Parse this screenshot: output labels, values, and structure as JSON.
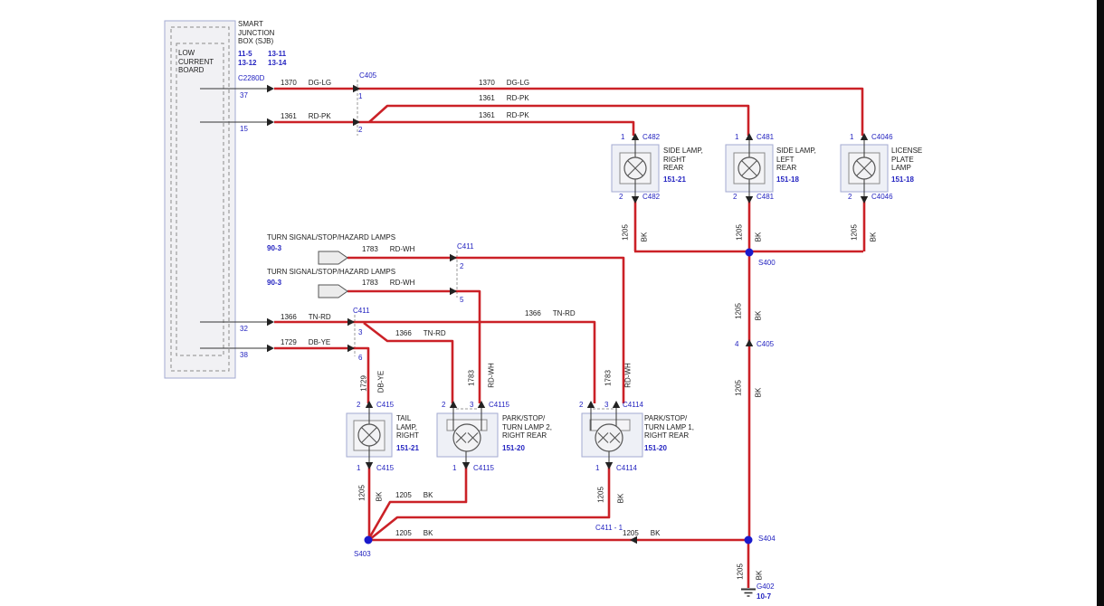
{
  "sjb": {
    "title": "SMART\nJUNCTION\nBOX (SJB)",
    "refs": [
      "11-5",
      "13-11",
      "13-12",
      "13-14"
    ],
    "board": "LOW\nCURRENT\nBOARD",
    "connector": "C2280D",
    "pin_37": "37",
    "pin_15": "15",
    "pin_32": "32",
    "pin_38": "38"
  },
  "wires": {
    "dg_lg": {
      "num": "1370",
      "color": "DG-LG"
    },
    "rd_pk": {
      "num": "1361",
      "color": "RD-PK"
    },
    "rd_wh": {
      "num": "1783",
      "color": "RD-WH"
    },
    "tn_rd": {
      "num": "1366",
      "color": "TN-RD"
    },
    "db_ye": {
      "num": "1729",
      "color": "DB-YE"
    },
    "bk": {
      "num": "1205",
      "color": "BK"
    }
  },
  "c405": {
    "name": "C405",
    "pin_1": "1",
    "pin_2": "2",
    "pin_4": "4"
  },
  "c411": {
    "name": "C411",
    "pin_2": "2",
    "pin_5": "5",
    "pin_3": "3",
    "pin_6": "6",
    "inline": "C411 - 1"
  },
  "turn_signal": {
    "title": "TURN SIGNAL/STOP/HAZARD LAMPS",
    "ref": "90-3"
  },
  "lamps": [
    {
      "connector": "C482",
      "pin_top": "1",
      "pin_bottom": "2",
      "name": "SIDE LAMP,\nRIGHT\nREAR",
      "ref": "151-21"
    },
    {
      "connector": "C481",
      "pin_top": "1",
      "pin_bottom": "2",
      "name": "SIDE LAMP,\nLEFT\nREAR",
      "ref": "151-18"
    },
    {
      "connector": "C4046",
      "pin_top": "1",
      "pin_bottom": "2",
      "name": "LICENSE\nPLATE\nLAMP",
      "ref": "151-18"
    },
    {
      "connector": "C415",
      "pin_top": "2",
      "pin_bottom": "1",
      "name": "TAIL\nLAMP,\nRIGHT",
      "ref": "151-21"
    },
    {
      "connector": "C4115",
      "pin_top": "2",
      "pin_top2": "3",
      "pin_bottom": "1",
      "name": "PARK/STOP/\nTURN LAMP 2,\nRIGHT REAR",
      "ref": "151-20"
    },
    {
      "connector": "C4114",
      "pin_top": "2",
      "pin_top2": "3",
      "pin_bottom": "1",
      "name": "PARK/STOP/\nTURN LAMP 1,\nRIGHT REAR",
      "ref": "151-20"
    }
  ],
  "splices": {
    "s400": "S400",
    "s403": "S403",
    "s404": "S404"
  },
  "ground": {
    "name": "G402",
    "ref": "10-7"
  }
}
